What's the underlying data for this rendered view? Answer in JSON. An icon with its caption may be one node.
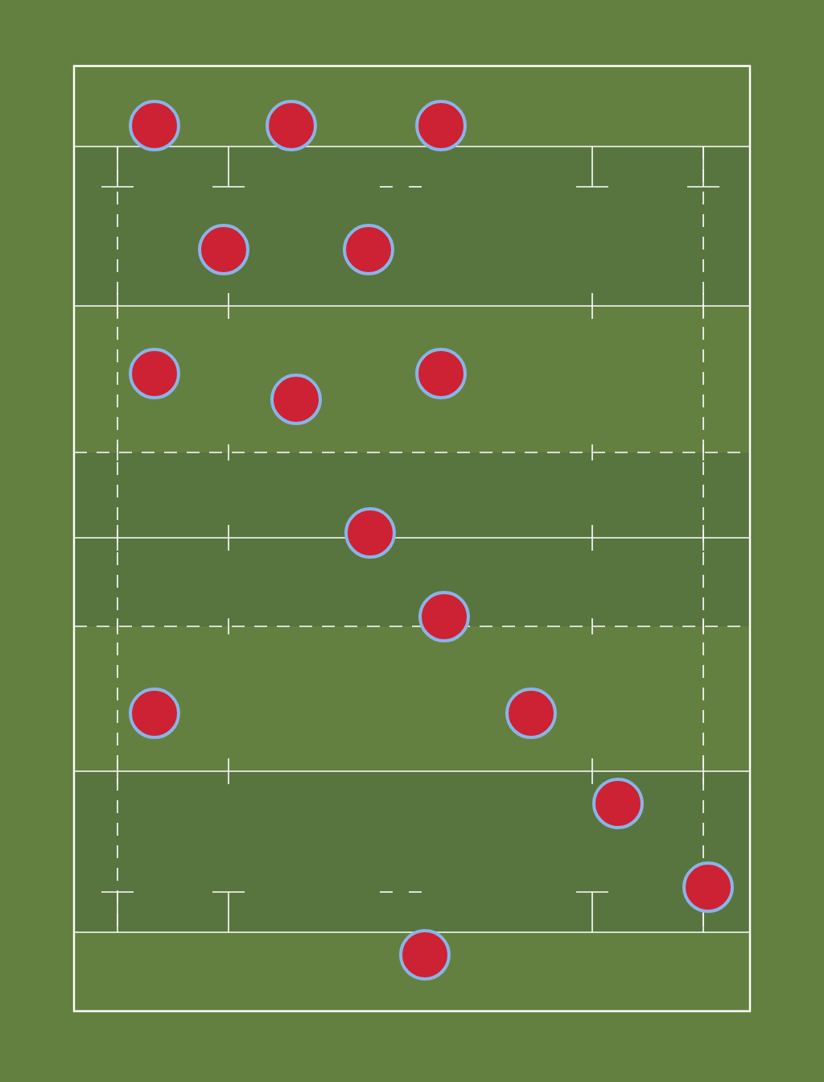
{
  "diagram": {
    "nodes": [
      {
        "text": [],
        "shape": "circle"
      },
      {
        "text": [],
        "shape": "circle"
      },
      {
        "text": [],
        "shape": "circle"
      },
      {
        "text": [],
        "shape": "circle"
      },
      {
        "text": [],
        "shape": "circle"
      },
      {
        "text": [],
        "shape": "circle"
      },
      {
        "text": [],
        "shape": "circle"
      },
      {
        "text": [],
        "shape": "circle"
      },
      {
        "text": [],
        "shape": "circle"
      },
      {
        "text": [],
        "shape": "circle"
      },
      {
        "text": [],
        "shape": "circle"
      },
      {
        "text": [],
        "shape": "circle"
      },
      {
        "text": [],
        "shape": "circle"
      },
      {
        "text": [],
        "shape": "circle"
      },
      {
        "text": [],
        "shape": "circle"
      }
    ]
  }
}
